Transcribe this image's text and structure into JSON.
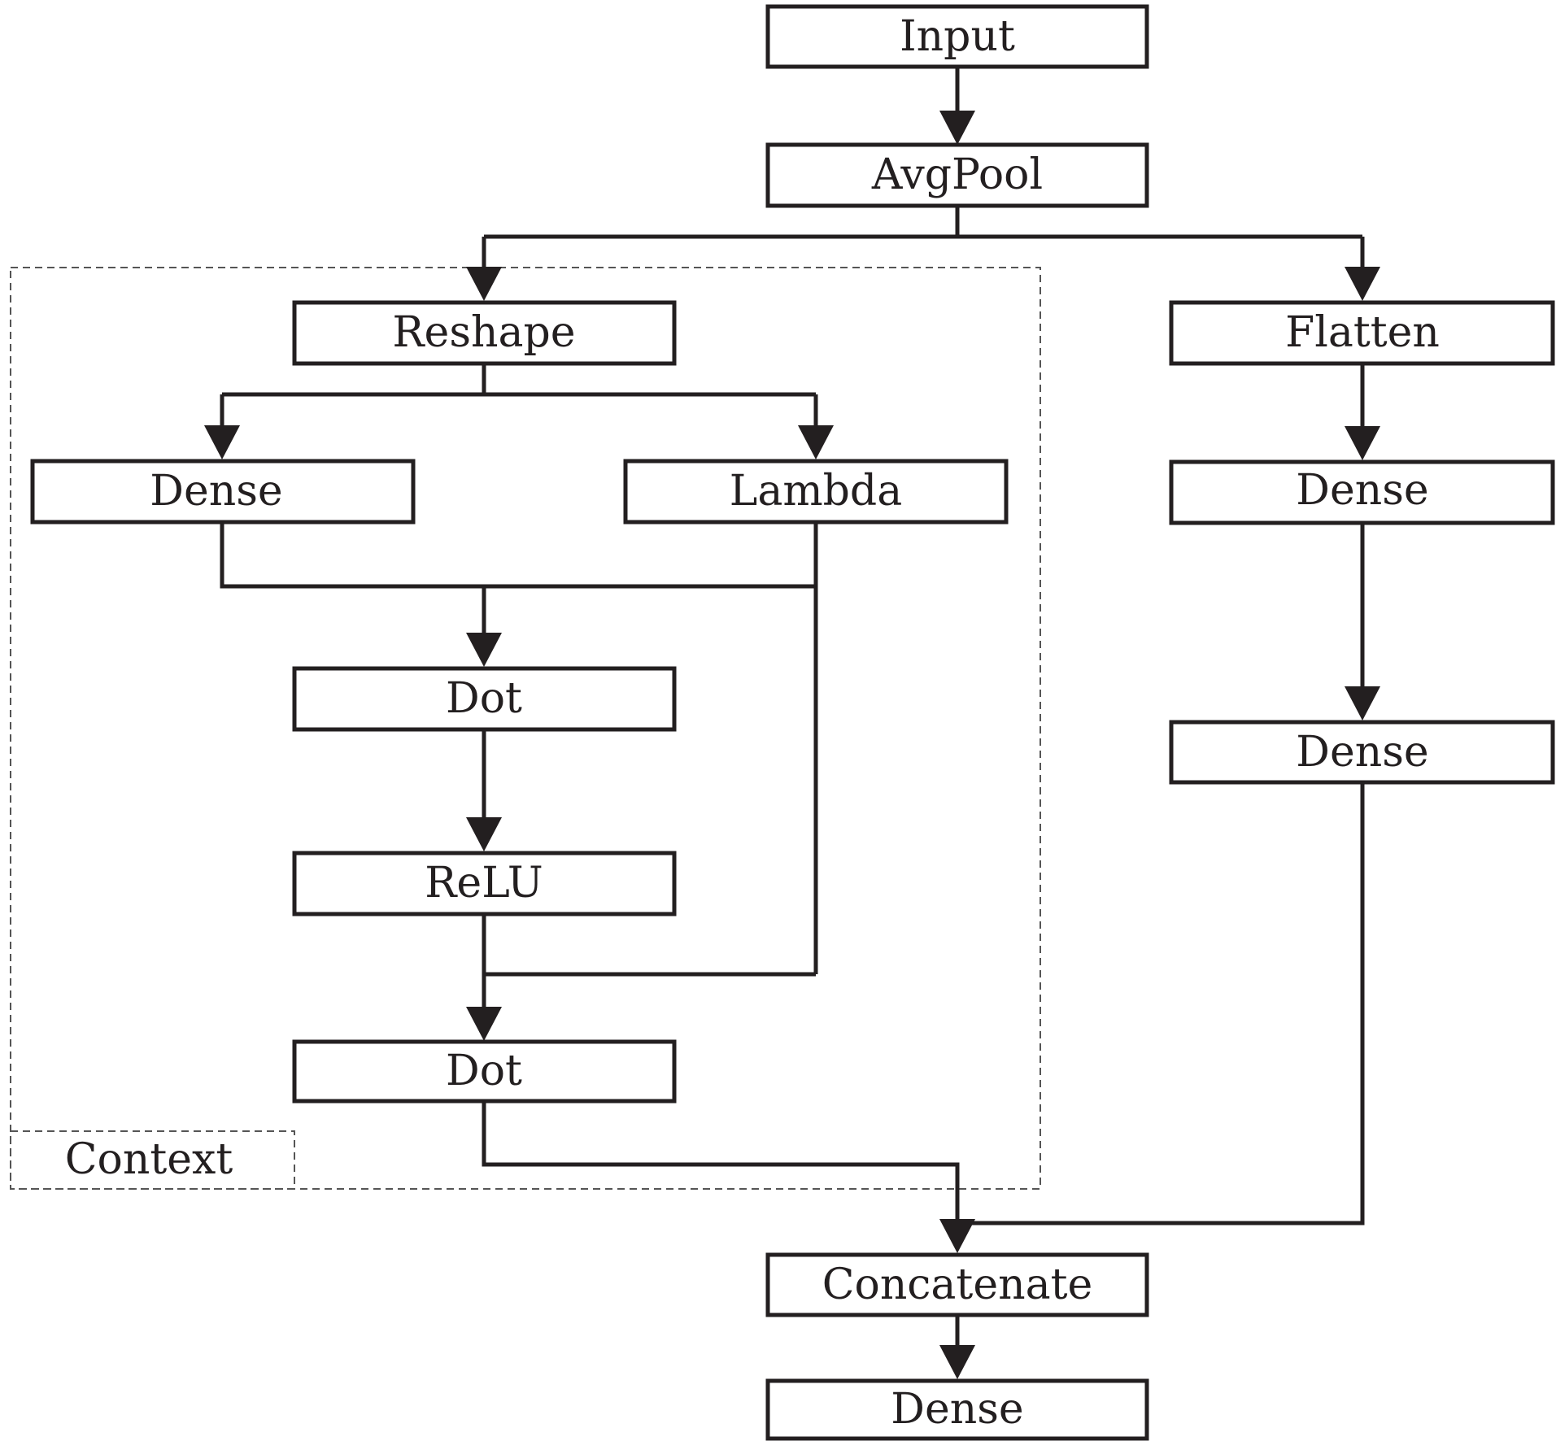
{
  "diagram": {
    "nodes": [
      {
        "id": "input",
        "label": "Input"
      },
      {
        "id": "avgpool",
        "label": "AvgPool"
      },
      {
        "id": "reshape",
        "label": "Reshape"
      },
      {
        "id": "flatten",
        "label": "Flatten"
      },
      {
        "id": "dense_left",
        "label": "Dense"
      },
      {
        "id": "lambda",
        "label": "Lambda"
      },
      {
        "id": "dense_right_1",
        "label": "Dense"
      },
      {
        "id": "dot_1",
        "label": "Dot"
      },
      {
        "id": "dense_right_2",
        "label": "Dense"
      },
      {
        "id": "relu",
        "label": "ReLU"
      },
      {
        "id": "dot_2",
        "label": "Dot"
      },
      {
        "id": "concatenate",
        "label": "Concatenate"
      },
      {
        "id": "dense_out",
        "label": "Dense"
      }
    ],
    "edges": [
      {
        "from": "input",
        "to": "avgpool"
      },
      {
        "from": "avgpool",
        "to": "reshape"
      },
      {
        "from": "avgpool",
        "to": "flatten"
      },
      {
        "from": "reshape",
        "to": "dense_left"
      },
      {
        "from": "reshape",
        "to": "lambda"
      },
      {
        "from": "dense_left",
        "to": "dot_1"
      },
      {
        "from": "lambda",
        "to": "dot_1"
      },
      {
        "from": "dot_1",
        "to": "relu"
      },
      {
        "from": "relu",
        "to": "dot_2"
      },
      {
        "from": "lambda",
        "to": "dot_2"
      },
      {
        "from": "dot_2",
        "to": "concatenate"
      },
      {
        "from": "flatten",
        "to": "dense_right_1"
      },
      {
        "from": "dense_right_1",
        "to": "dense_right_2"
      },
      {
        "from": "dense_right_2",
        "to": "concatenate"
      },
      {
        "from": "concatenate",
        "to": "dense_out"
      }
    ],
    "context_region": {
      "label": "Context",
      "members": [
        "reshape",
        "dense_left",
        "lambda",
        "dot_1",
        "relu",
        "dot_2"
      ]
    }
  }
}
